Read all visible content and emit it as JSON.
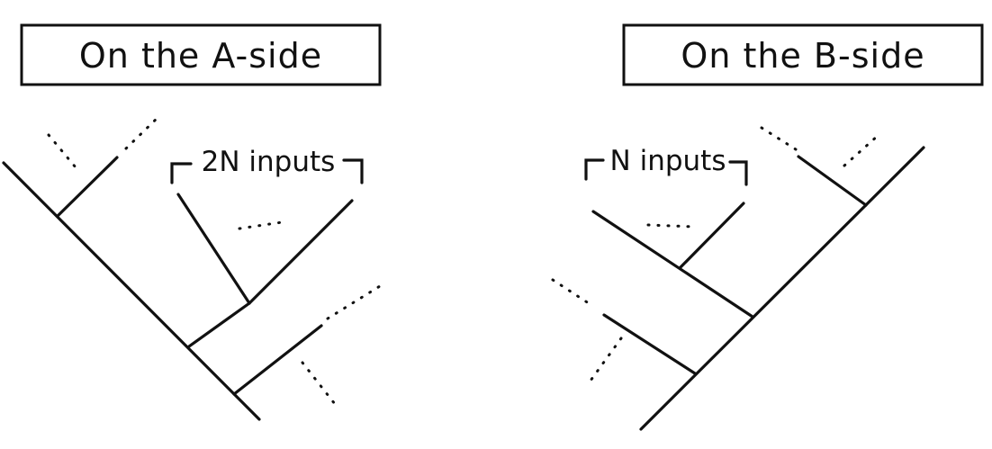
{
  "panels": {
    "a_side": {
      "title": "On the A-side",
      "input_label": "2N inputs"
    },
    "b_side": {
      "title": "On the B-side",
      "input_label": "N inputs"
    }
  },
  "colors": {
    "ink": "#111111",
    "background": "#ffffff"
  }
}
